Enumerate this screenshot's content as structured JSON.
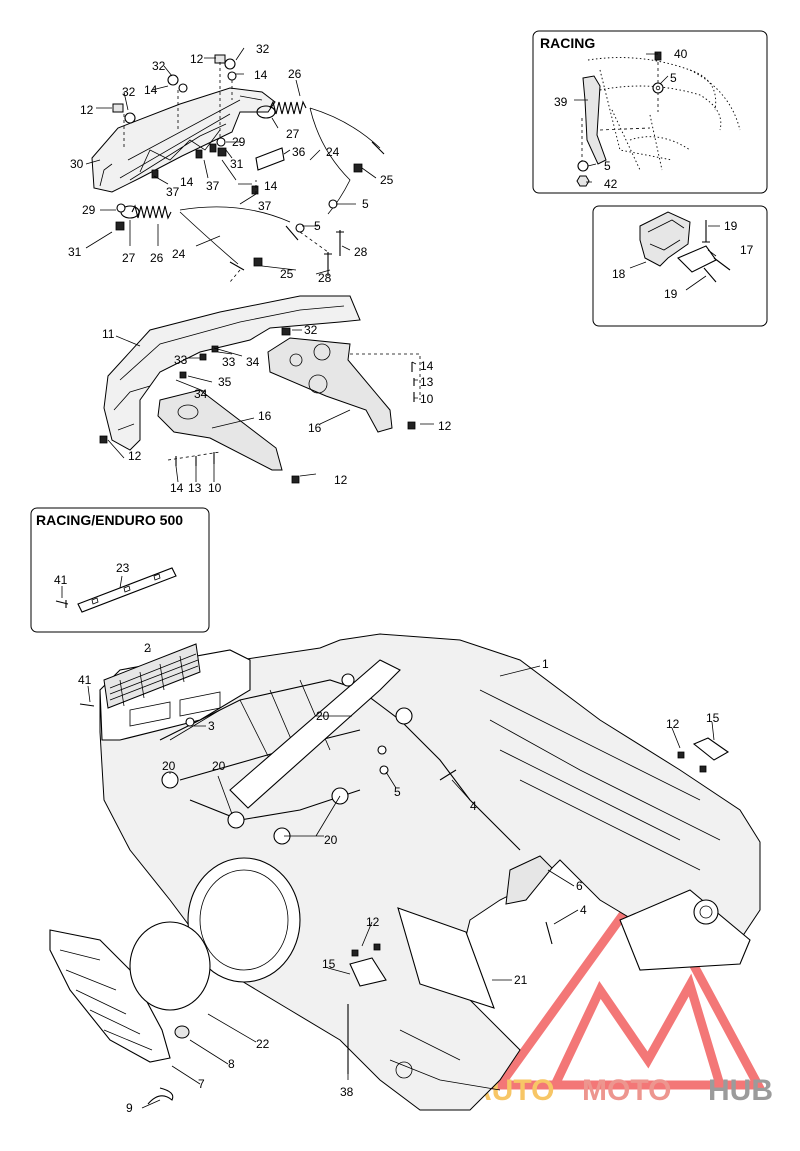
{
  "boxes": {
    "racing": {
      "title": "RACING"
    },
    "racing_enduro": {
      "title": "RACING/ENDURO 500"
    }
  },
  "watermark": {
    "part1": "AUTO",
    "part2": "MOTO",
    "part3": "HUB",
    "colors": {
      "auto": "#f5b333",
      "moto": "#e8736a",
      "hub": "#7a7a7a",
      "triangle": "#ef4a4a"
    }
  },
  "callouts": [
    "32",
    "12",
    "32",
    "14",
    "12",
    "32",
    "14",
    "26",
    "30",
    "27",
    "29",
    "31",
    "36",
    "24",
    "14",
    "37",
    "37",
    "14",
    "37",
    "25",
    "29",
    "5",
    "31",
    "27",
    "26",
    "24",
    "5",
    "28",
    "25",
    "28",
    "11",
    "32",
    "33",
    "34",
    "33",
    "35",
    "34",
    "16",
    "14",
    "13",
    "10",
    "16",
    "12",
    "12",
    "14",
    "13",
    "10",
    "12",
    "40",
    "5",
    "39",
    "5",
    "42",
    "19",
    "17",
    "18",
    "19",
    "23",
    "41",
    "2",
    "1",
    "41",
    "3",
    "20",
    "20",
    "20",
    "20",
    "5",
    "4",
    "12",
    "15",
    "6",
    "4",
    "12",
    "15",
    "21",
    "22",
    "8",
    "7",
    "9",
    "38"
  ]
}
